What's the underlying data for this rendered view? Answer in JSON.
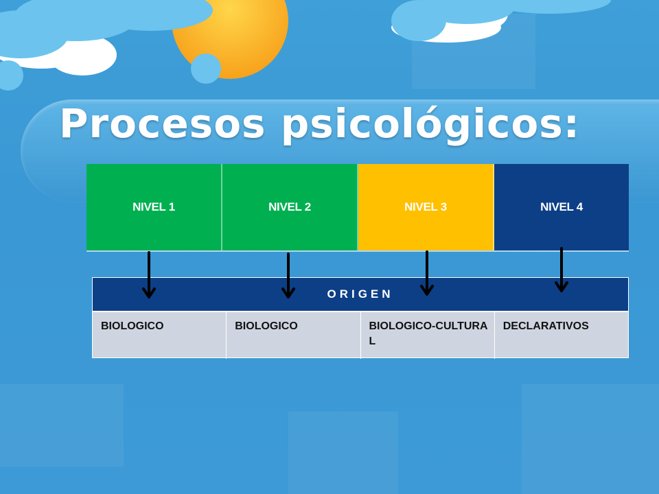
{
  "slide": {
    "title": "Procesos psicológicos:"
  },
  "niveles": [
    {
      "label": "NIVEL 1",
      "color": "#00b050"
    },
    {
      "label": "NIVEL 2",
      "color": "#00b050"
    },
    {
      "label": "NIVEL 3",
      "color": "#ffc000"
    },
    {
      "label": "NIVEL 4",
      "color": "#0d3f86"
    }
  ],
  "origen": {
    "header": "ORIGEN",
    "cells": [
      "BIOLOGICO",
      "BIOLOGICO",
      "BIOLOGICO-CULTURAL",
      "DECLARATIVOS"
    ]
  },
  "colors": {
    "background": "#3d9ad6",
    "title_text": "#ffffff",
    "header_band": "#0d3f86",
    "cell_background": "#cfd5e0",
    "arrow": "#000000"
  }
}
